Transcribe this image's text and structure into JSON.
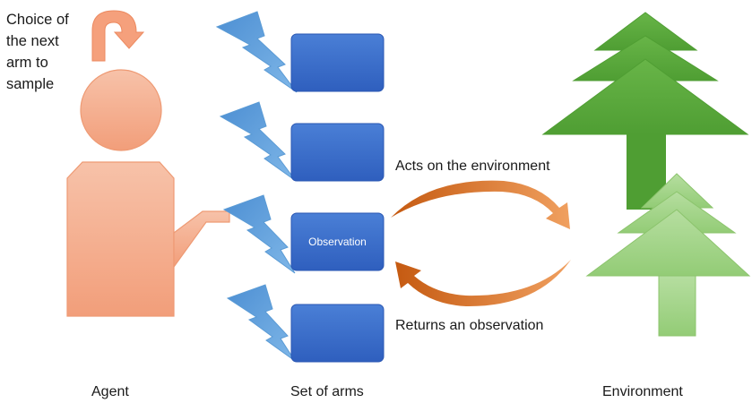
{
  "labels": {
    "choice": "Choice of the next arm to sample",
    "agent": "Agent",
    "set_of_arms": "Set of arms",
    "environment": "Environment",
    "acts": "Acts on the environment",
    "returns": "Returns an observation",
    "observation": "Observation"
  },
  "colors": {
    "agent": "#f5b89a",
    "agent_edge": "#ee9a74",
    "arm": "#3366cc",
    "arm_edge": "#2a57b3",
    "lightning": "#5b9bd5",
    "arrow": "#d9772e",
    "tree_dark": "#5aab3a",
    "tree_light": "#a8d88e"
  },
  "icons": [
    "curved-arrow-icon",
    "lightning-bolt-icon",
    "tree-icon",
    "cycle-arrows-icon"
  ]
}
